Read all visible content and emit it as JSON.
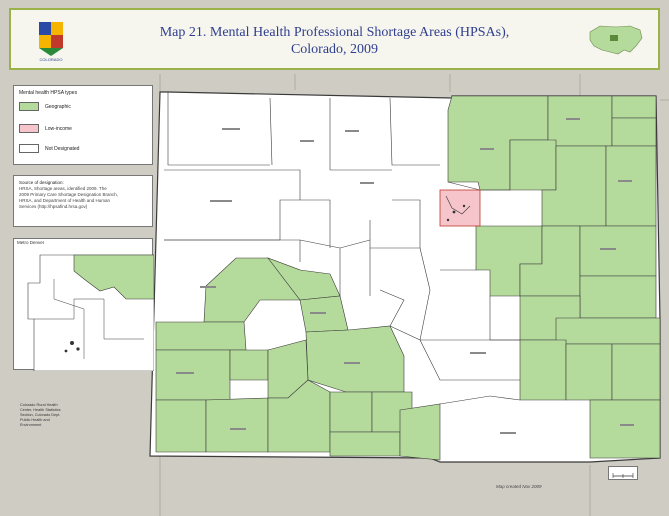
{
  "title": {
    "line1": "Map 21. Mental Health Professional Shortage Areas (HPSAs),",
    "line2": "Colorado, 2009"
  },
  "logo": {
    "icon": "colorado-logo-icon",
    "text": "COLORADO"
  },
  "legend": {
    "title": "Mental health HPSA types",
    "items": [
      {
        "label": "Geographic",
        "color": "#b5db9c"
      },
      {
        "label": "Low-income",
        "color": "#f6c4cb"
      },
      {
        "label": "Not Designated",
        "color": "#ffffff"
      }
    ]
  },
  "source": {
    "title": "Source of designation:",
    "lines": [
      "HRSA, Shortage areas, identified 2009. The",
      "2009 Primary Care Shortage Designation Branch,",
      "HRSA, and Department of Health and Human",
      "Services (http://hpsafind.hrsa.gov)"
    ]
  },
  "metro": {
    "label": "Metro Denver"
  },
  "credits": {
    "lines": [
      "Colorado Rural Health",
      "Center, Health Statistics",
      "Section, Colorado Dept.",
      "Public Health and",
      "Environment"
    ]
  },
  "footnote": "Map created Nov 2009",
  "colors": {
    "geographic": "#b5db9c",
    "low_income": "#f6c4cb",
    "not_designated": "#ffffff",
    "border": "#3a3a3a",
    "title_text": "#2f3f8f",
    "frame_accent": "#9ab24a"
  }
}
